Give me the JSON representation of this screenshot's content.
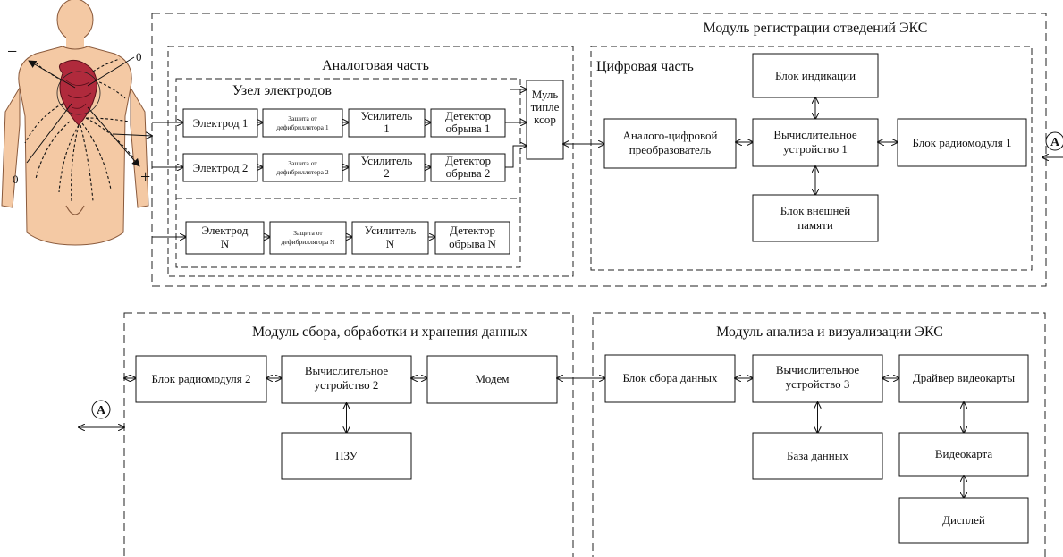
{
  "regions": {
    "registration_module": "Модуль регистрации отведений ЭКС",
    "analog_part": "Аналоговая часть",
    "electrode_node": "Узел электродов",
    "digital_part": "Цифровая часть",
    "collection_module": "Модуль сбора, обработки и хранения данных",
    "analysis_module": "Модуль анализа и визуализации ЭКС"
  },
  "channels": [
    {
      "electrode": [
        "Электрод 1"
      ],
      "protection": [
        "Защита от",
        "дефибриллятора 1"
      ],
      "amplifier": [
        "Усилитель",
        "1"
      ],
      "detector": [
        "Детектор",
        "обрыва 1"
      ]
    },
    {
      "electrode": [
        "Электрод 2"
      ],
      "protection": [
        "Защита от",
        "дефибриллятора 2"
      ],
      "amplifier": [
        "Усилитель",
        "2"
      ],
      "detector": [
        "Детектор",
        "обрыва 2"
      ]
    },
    {
      "electrode": [
        "Электрод",
        "N"
      ],
      "protection": [
        "Защита от",
        "дефибриллятора N"
      ],
      "amplifier": [
        "Усилитель",
        "N"
      ],
      "detector": [
        "Детектор",
        "обрыва N"
      ]
    }
  ],
  "blocks": {
    "multiplexer": [
      "Муль",
      "типле",
      "ксор"
    ],
    "adc": [
      "Аналого-цифровой",
      "преобразователь"
    ],
    "indication": [
      "Блок индикации"
    ],
    "compute1": [
      "Вычислительное",
      "устройство 1"
    ],
    "radio1": [
      "Блок радиомодуля 1"
    ],
    "ext_memory": [
      "Блок внешней",
      "памяти"
    ],
    "radio2": [
      "Блок радиомодуля 2"
    ],
    "compute2": [
      "Вычислительное",
      "устройство 2"
    ],
    "modem": [
      "Модем"
    ],
    "rom": [
      "ПЗУ"
    ],
    "data_collection": [
      "Блок сбора данных"
    ],
    "compute3": [
      "Вычислительное",
      "устройство 3"
    ],
    "video_driver": [
      "Драйвер видеокарты"
    ],
    "database": [
      "База данных"
    ],
    "videocard": [
      "Видеокарта"
    ],
    "display": [
      "Дисплей"
    ]
  },
  "connector_label": "A",
  "figure_labels": {
    "minus": "−",
    "plus": "+",
    "zero_top": "0",
    "zero_bottom": "0"
  }
}
